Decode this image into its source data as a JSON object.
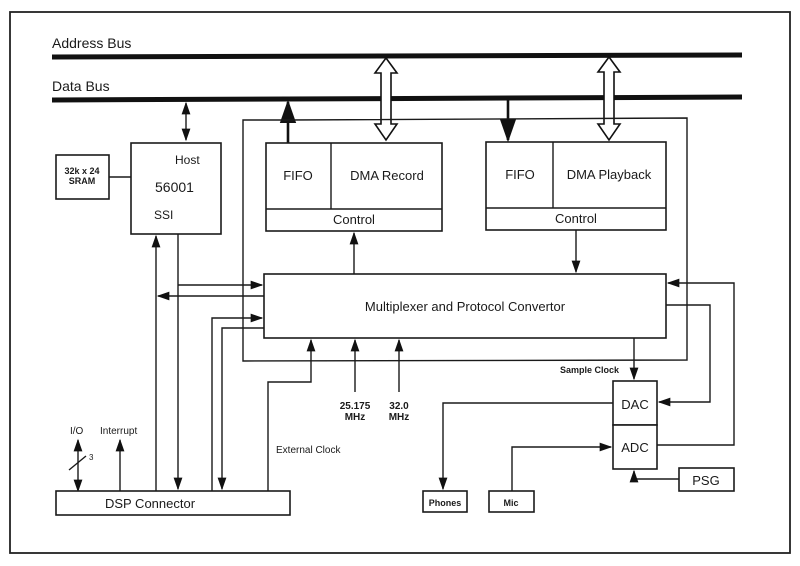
{
  "diagram": {
    "buses": {
      "address_bus": "Address Bus",
      "data_bus": "Data Bus"
    },
    "blocks": {
      "sram": {
        "line1": "32k x 24",
        "line2": "SRAM"
      },
      "dsp": {
        "host": "Host",
        "name": "56001",
        "ssi": "SSI"
      },
      "record": {
        "fifo": "FIFO",
        "dma": "DMA Record",
        "control": "Control"
      },
      "playback": {
        "fifo": "FIFO",
        "dma": "DMA Playback",
        "control": "Control"
      },
      "mux": "Multiplexer and Protocol Convertor",
      "dac": "DAC",
      "adc": "ADC",
      "psg": "PSG",
      "phones": "Phones",
      "mic": "Mic",
      "dsp_connector": "DSP Connector"
    },
    "labels": {
      "clock1_line1": "25.175",
      "clock1_line2": "MHz",
      "clock2_line1": "32.0",
      "clock2_line2": "MHz",
      "sample_clock": "Sample Clock",
      "external_clock": "External Clock",
      "io": "I/O",
      "interrupt": "Interrupt",
      "io_width": "3"
    }
  }
}
